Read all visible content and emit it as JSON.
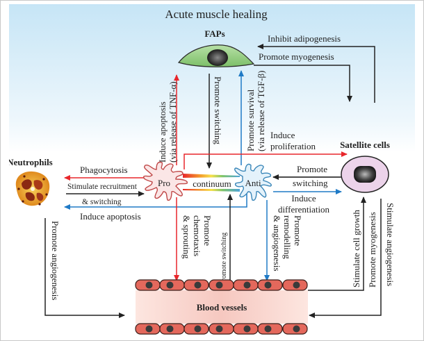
{
  "title": "Acute muscle healing",
  "nodes": {
    "faps": "FAPs",
    "satellite": "Satellite cells",
    "neutrophils": "Neutrophils",
    "pro": "Pro",
    "anti": "Anti",
    "continuum": "continuum",
    "blood_vessels": "Blood vessels"
  },
  "arrows": {
    "inhibit_adipogenesis": "Inhibit adipogenesis",
    "promote_myogenesis_top": "Promote myogenesis",
    "induce_apoptosis_tnf": [
      "Induce apoptosis",
      "(via release of TNF-α)"
    ],
    "promote_switching_faps": "Promote switching",
    "promote_survival_tgf": [
      "Promote survival",
      "(via release of TGF-β)"
    ],
    "induce_proliferation": [
      "Induce",
      "proliferation"
    ],
    "phagocytosis": "Phagocytosis",
    "stimulate_recruitment": "Stimulate recruitment",
    "and_switching": "& switching",
    "induce_apoptosis_neutro": "Induce apoptosis",
    "promote_switching_sat": [
      "Promote",
      "switching"
    ],
    "induce_differentiation": [
      "Induce",
      "differentiation"
    ],
    "promote_angiogenesis": "Promote angiogenesis",
    "promote_chemotaxis": [
      "Promote",
      "chemotaxis",
      "& sprouting"
    ],
    "promote_switching_bv": "Promote switching",
    "promote_remodelling": [
      "Promote",
      "remodelling",
      "& angiogenesis"
    ],
    "stimulate_cell_growth": "Stimulate cell growth",
    "promote_myogenesis_bv": "Promote myogenesis",
    "stimulate_angiogenesis": "Stimulate angiogenesis"
  },
  "colors": {
    "pro_red": "#e8262b",
    "anti_blue": "#1f7ac6",
    "neutral": "#333333",
    "bg_top": "#c9e6f5",
    "fap_green": "#8cc97a",
    "satellite_pink": "#ecd3ea",
    "vessel_red": "#e4685c"
  }
}
